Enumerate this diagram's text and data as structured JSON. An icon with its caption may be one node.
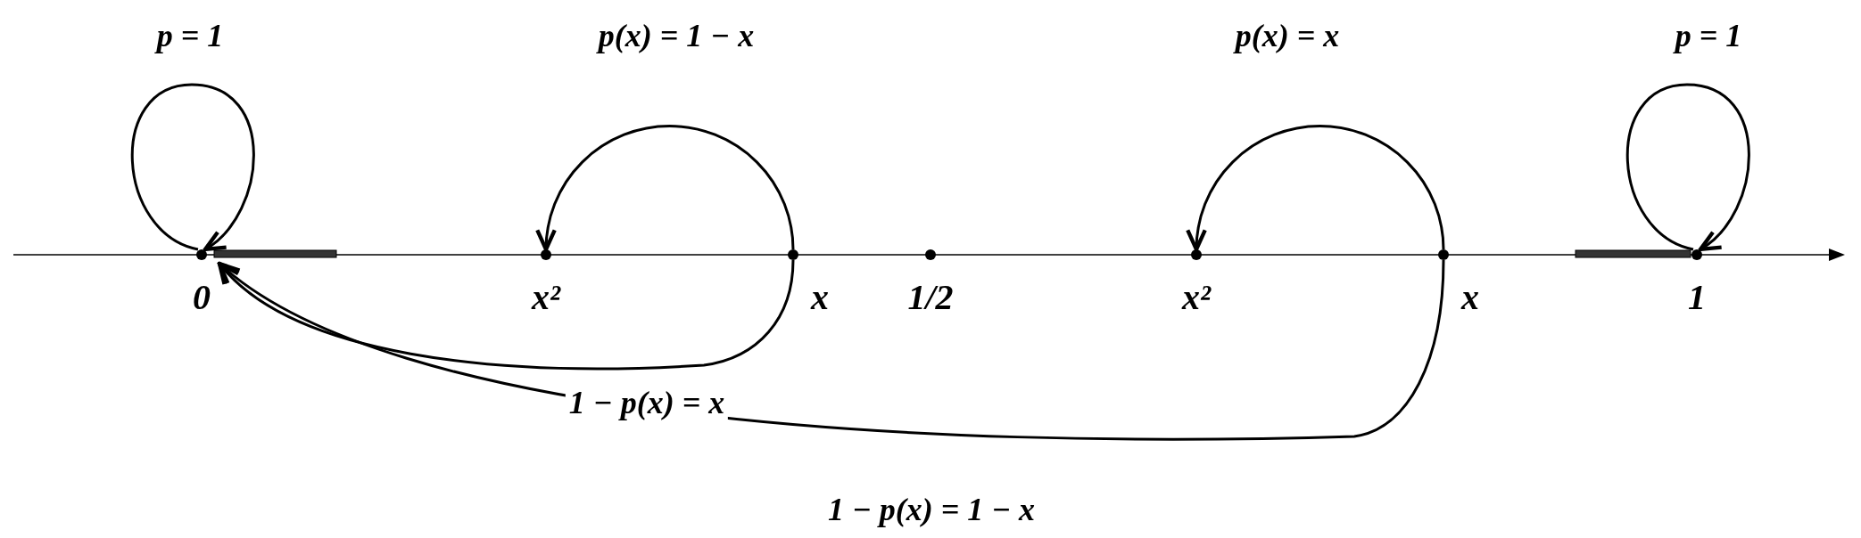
{
  "diagram": {
    "nodes": [
      {
        "text": [
          "0"
        ]
      },
      {
        "text": [
          "x²"
        ]
      },
      {
        "text": [
          "x"
        ]
      },
      {
        "text": [
          "1/2"
        ]
      },
      {
        "text": [
          "x²"
        ]
      },
      {
        "text": [
          "x"
        ]
      },
      {
        "text": [
          "1"
        ]
      }
    ],
    "edges": [
      {
        "from": 0,
        "to": 0,
        "arrow": "to",
        "label": "p = 1"
      },
      {
        "from": 2,
        "to": 1,
        "arrow": "to",
        "label": "p(x) = 1 − x"
      },
      {
        "from": 2,
        "to": 0,
        "arrow": "to",
        "label": "1 − p(x) = x"
      },
      {
        "from": 5,
        "to": 4,
        "arrow": "to",
        "label": "p(x) = x"
      },
      {
        "from": 5,
        "to": 0,
        "arrow": "to",
        "label": "1 − p(x) = 1 − x"
      },
      {
        "from": 6,
        "to": 6,
        "arrow": "to",
        "label": "p = 1"
      }
    ]
  }
}
